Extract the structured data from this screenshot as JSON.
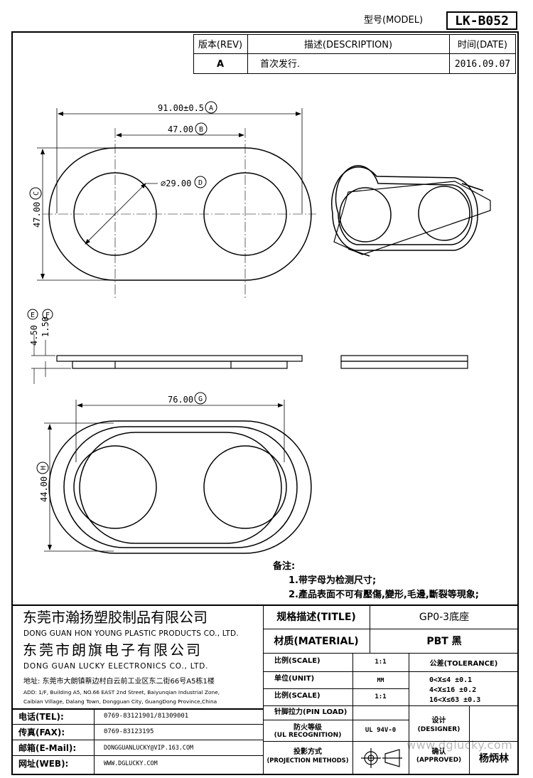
{
  "header": {
    "model_label": "型号(MODEL)",
    "model_value": "LK-B052",
    "rev_label": "版本(REV)",
    "desc_label": "描述(DESCRIPTION)",
    "date_label": "时间(DATE)",
    "rev_value": "A",
    "desc_value": "首次发行.",
    "date_value": "2016.09.07"
  },
  "dims": {
    "a": "91.00±0.5",
    "a_tag": "A",
    "b": "47.00",
    "b_tag": "B",
    "c": "47.00",
    "c_tag": "C",
    "d": "⌀29.00",
    "d_tag": "D",
    "e": "4.50",
    "e_tag": "E",
    "f": "1.50",
    "f_tag": "F",
    "g": "76.00",
    "g_tag": "G",
    "h": "44.00",
    "h_tag": "H"
  },
  "notes": {
    "title": "备注:",
    "line1": "1.带字母为检测尺寸;",
    "line2": "2.產品表面不可有壓傷,變形,毛邊,斷裂等現象;"
  },
  "company": {
    "name1_cn": "东莞市瀚扬塑胶制品有限公司",
    "name1_en": "DONG GUAN HON YOUNG PLASTIC PRODUCTS CO., LTD.",
    "name2_cn": "东莞市朗旗电子有限公司",
    "name2_en": "DONG GUAN LUCKY ELECTRONICS CO., LTD.",
    "addr_cn": "地址: 东莞市大朗镇蔡边村白云前工业区东二街66号A5栋1楼",
    "addr_en1": "ADD: 1/F, Building A5, NO.66 EAST 2nd Street, Baiyunqian Industrial Zone,",
    "addr_en2": "Caibian Village, Dalang Town, Dongguan City, GuangDong Province,China"
  },
  "contact": {
    "tel_label": "电话(TEL):",
    "tel_value": "0769-83121901/81309001",
    "fax_label": "传真(FAX):",
    "fax_value": "0769-83123195",
    "mail_label": "邮箱(E-Mail):",
    "mail_value": "DONGGUANLUCKY@VIP.163.COM",
    "web_label": "网址(WEB):",
    "web_value": "WWW.DGLUCKY.COM"
  },
  "spec": {
    "title_label": "规格描述(TITLE)",
    "title_value": "GP0-3底座",
    "material_label": "材质(MATERIAL)",
    "material_value": "PBT 黑",
    "scale_label": "比例(SCALE)",
    "scale_value": "1:1",
    "tolerance_label": "公差(TOLERANCE)",
    "unit_label": "单位(UNIT)",
    "unit_value": "MM",
    "scale2_label": "比例(SCALE)",
    "scale2_value": "1:1",
    "tol1": "0<X≤4 ±0.1",
    "tol2": "4<X≤16 ±0.2",
    "tol3": "16<X≤63 ±0.3",
    "pin_label": "针脚拉力(PIN LOAD)",
    "fire_label1": "防火等级",
    "fire_label2": "(UL RECOGNITION)",
    "fire_value": "UL 94V-0",
    "designer_label1": "设计",
    "designer_label2": "(DESIGNER)",
    "proj_label1": "投影方式",
    "proj_label2": "(PROJECTION METHODS)",
    "approved_label1": "确认",
    "approved_label2": "(APPROVED)",
    "approved_value": "杨炳林",
    "watermark": "www.dglucky.com"
  }
}
